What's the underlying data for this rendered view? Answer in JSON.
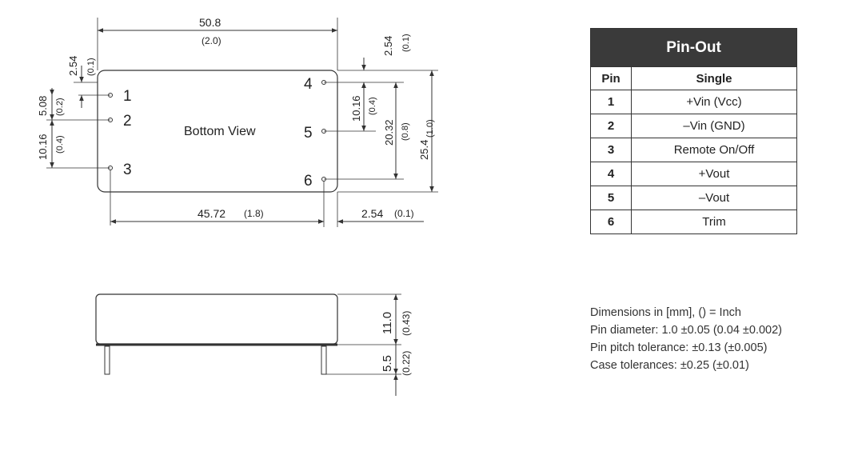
{
  "drawing": {
    "bottom_view_label": "Bottom View",
    "pin_numbers": [
      "1",
      "2",
      "3",
      "4",
      "5",
      "6"
    ],
    "dims": {
      "width_mm": "50.8",
      "width_in": "(2.0)",
      "top_pin_offset_mm": "2.54",
      "top_pin_offset_in": "(0.1)",
      "right_pin_offset_mm": "2.54",
      "right_pin_offset_in": "(0.1)",
      "pin12_pitch_mm": "5.08",
      "pin12_pitch_in": "(0.2)",
      "pin13_pitch_mm": "10.16",
      "pin13_pitch_in": "(0.4)",
      "pin45_pitch_mm": "10.16",
      "pin45_pitch_in": "(0.4)",
      "pin46_pitch_mm": "20.32",
      "pin46_pitch_in": "(0.8)",
      "height_mm": "25.4",
      "height_in": "(1.0)",
      "row_spacing_mm": "45.72",
      "row_spacing_in": "(1.8)",
      "right_edge_mm": "2.54",
      "right_edge_in": "(0.1)",
      "case_height_mm": "11.0",
      "case_height_in": "(0.43)",
      "pin_length_mm": "5.5",
      "pin_length_in": "(0.22)"
    }
  },
  "pinout": {
    "title": "Pin-Out",
    "col_pin": "Pin",
    "col_single": "Single",
    "rows": [
      {
        "pin": "1",
        "single": "+Vin (Vcc)"
      },
      {
        "pin": "2",
        "single": "–Vin (GND)"
      },
      {
        "pin": "3",
        "single": "Remote On/Off"
      },
      {
        "pin": "4",
        "single": "+Vout"
      },
      {
        "pin": "5",
        "single": "–Vout"
      },
      {
        "pin": "6",
        "single": "Trim"
      }
    ]
  },
  "notes": [
    "Dimensions in [mm], () = Inch",
    "Pin diameter: 1.0 ±0.05 (0.04 ±0.002)",
    "Pin pitch tolerance: ±0.13 (±0.005)",
    "Case tolerances: ±0.25 (±0.01)"
  ]
}
